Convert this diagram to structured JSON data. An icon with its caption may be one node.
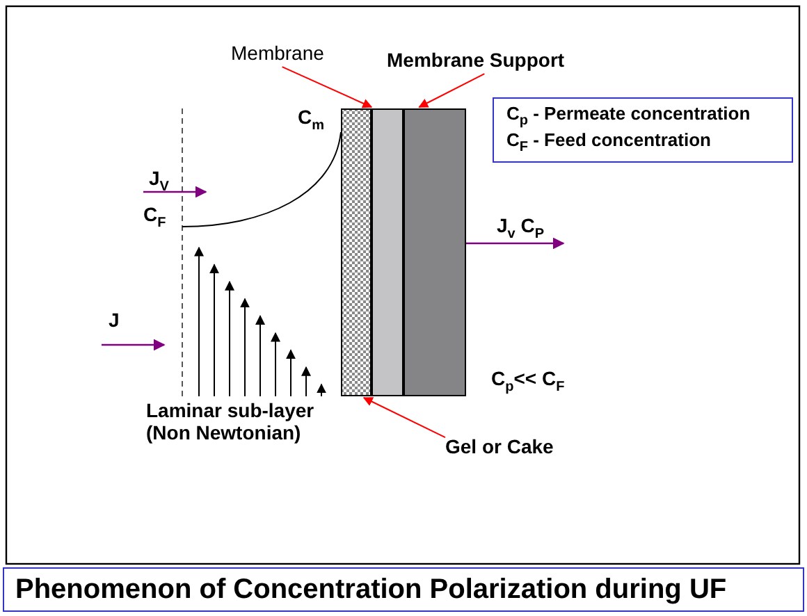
{
  "diagram": {
    "title": "Phenomenon of Concentration Polarization during UF",
    "nodes": [
      {
        "text": [
          "Membrane"
        ]
      },
      {
        "text": [
          "Membrane Support"
        ]
      },
      {
        "text": [
          "C$_{p}$ - Permeate concentration",
          "C$_{F}$ - Feed concentration"
        ]
      },
      {
        "text": [],
        "shape": "box"
      },
      {
        "text": [],
        "shape": "box"
      },
      {
        "text": [],
        "shape": "box"
      },
      {
        "text": [
          "Gel or Cake"
        ]
      }
    ],
    "edges": [
      {
        "from": 0,
        "to": 4,
        "arrow": "to"
      },
      {
        "from": 1,
        "to": 5,
        "arrow": "to"
      },
      {
        "from": 6,
        "to": 3,
        "arrow": "to"
      }
    ],
    "labels": [
      "C$_{m}$",
      "J$_{V}$",
      "C$_{F}$",
      "J$_{v}$ C$_{P}$",
      "J",
      "C$_{p}$<< C$_{F}$",
      "Laminar sub-layer (Non Newtonian)"
    ]
  }
}
